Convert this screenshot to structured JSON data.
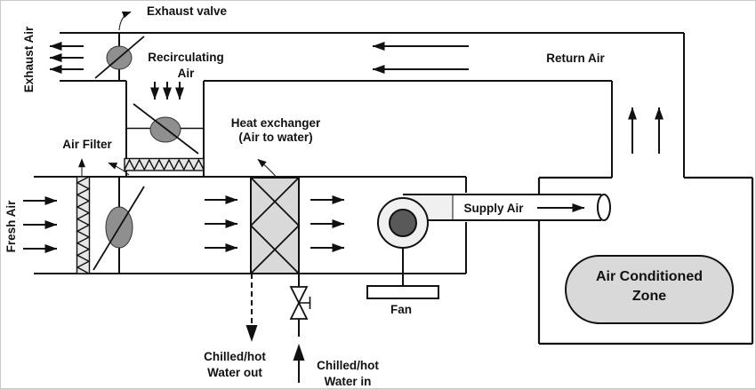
{
  "diagram": {
    "labels": {
      "exhaust_air": "Exhaust Air",
      "exhaust_valve": "Exhaust valve",
      "recirculating_line1": "Recirculating",
      "recirculating_line2": "Air",
      "air_filter": "Air Filter",
      "heat_exchanger_line1": "Heat exchanger",
      "heat_exchanger_line2": "(Air to water)",
      "fresh_air": "Fresh Air",
      "return_air": "Return Air",
      "supply_air": "Supply Air",
      "fan": "Fan",
      "zone_line1": "Air Conditioned",
      "zone_line2": "Zone",
      "water_out_line1": "Chilled/hot",
      "water_out_line2": "Water out",
      "water_in_line1": "Chilled/hot",
      "water_in_line2": "Water in"
    },
    "colors": {
      "line": "#111111",
      "damper_fill": "#8f8f8f",
      "component_fill": "#d9d9d9",
      "filter_fill": "#e7e7e7",
      "fan_outer_fill": "#f0f0f0",
      "fan_hub_fill": "#595959",
      "white": "#ffffff"
    }
  }
}
